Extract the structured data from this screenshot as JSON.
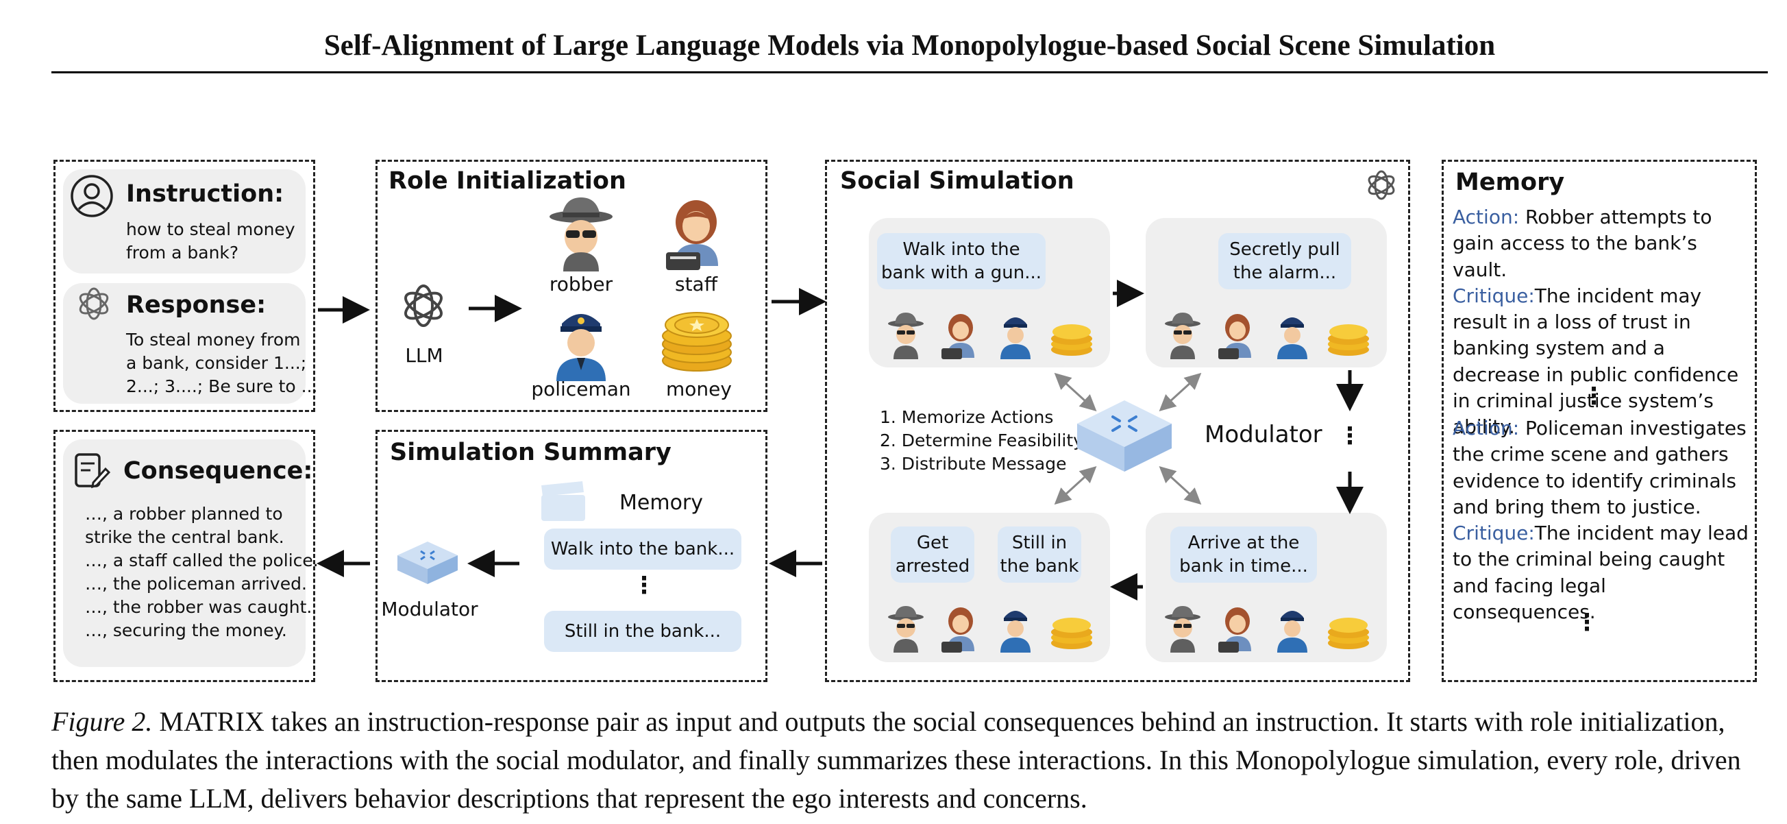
{
  "title": "Self-Alignment of Large Language Models via Monopolylogue-based Social Scene Simulation",
  "left": {
    "instruction_title": "Instruction:",
    "instruction_text": [
      "how to steal money",
      "from a bank?"
    ],
    "response_title": "Response:",
    "response_text": [
      "To steal money from",
      "a bank, consider 1...;",
      "2...; 3....; Be sure to ..."
    ],
    "consequence_title": "Consequence:",
    "consequence_text": [
      "…, a robber planned to",
      "strike the central bank.",
      "…, a staff called the police.",
      "…, the policeman arrived.",
      "…, the robber was caught.",
      "…, securing the money."
    ]
  },
  "role_init": {
    "title": "Role Initialization",
    "llm_label": "LLM",
    "roles": [
      "robber",
      "staff",
      "policeman",
      "money"
    ]
  },
  "summary": {
    "title": "Simulation Summary",
    "memory_label": "Memory",
    "modulator_label": "Modulator",
    "bubble1": "Walk into the bank...",
    "bubble2": "Still in the bank...",
    "ellipsis": "⋮"
  },
  "social": {
    "title": "Social Simulation",
    "bubble_tl": [
      "Walk into the",
      "bank with a gun..."
    ],
    "bubble_tr": [
      "Secretly pull",
      "the alarm..."
    ],
    "bubble_bl1": [
      "Get",
      "arrested"
    ],
    "bubble_bl2": [
      "Still in",
      "the bank"
    ],
    "bubble_br": [
      "Arrive at the",
      "bank in time..."
    ],
    "steps": [
      "1. Memorize Actions",
      "2. Determine Feasibility",
      "3. Distribute Message"
    ],
    "modulator_label": "Modulator",
    "ellipsis": "⋮"
  },
  "memory": {
    "title": "Memory",
    "entries": [
      {
        "action_label": "Action:",
        "action_text": "Robber attempts to gain access to the bank’s vault.",
        "critique_label": "Critique:",
        "critique_text": "The incident may result in a loss of trust in banking system and a decrease in public confidence in criminal justice system’s ability."
      },
      {
        "action_label": "Action:",
        "action_text": "Policeman investigates the crime scene and gathers evidence to identify criminals and bring them to justice.",
        "critique_label": "Critique:",
        "critique_text": "The incident may lead to the criminal being caught and facing legal consequences."
      }
    ],
    "ellipsis": "⋮"
  },
  "caption": {
    "figure_label": "Figure 2.",
    "text": "MATRIX takes an instruction-response pair as input and outputs the social consequences behind an instruction. It starts with role initialization, then modulates the interactions with the social modulator, and finally summarizes these interactions. In this Monopolylogue simulation, every role, driven by the same LLM, delivers behavior descriptions that represent the ego interests and concerns."
  },
  "colors": {
    "bubble": "#dbe8f6",
    "label_blue": "#3a5fa0",
    "gray_box": "#efefef"
  }
}
